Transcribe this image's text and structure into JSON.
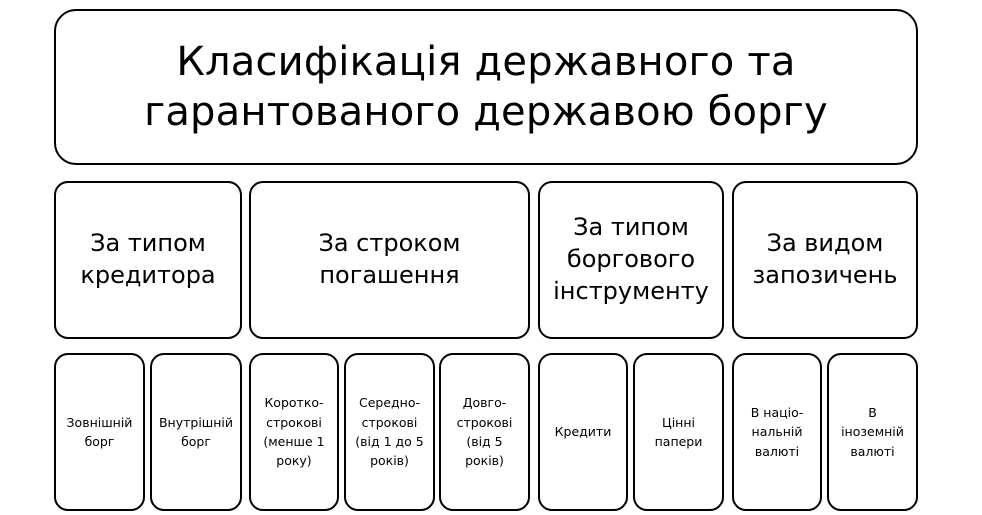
{
  "title": "Класифікація державного та\nгарантованого державою боргу",
  "categories": [
    {
      "label": "За типом\nкредитора",
      "items": [
        "Зовнішній\nборг",
        "Внутрішній\nборг"
      ]
    },
    {
      "label": "За строком\nпогашення",
      "items": [
        "Коротко-\nстрокові\n(менше 1\nроку)",
        "Середно-\nстрокові\n(від 1 до 5\nроків)",
        "Довго-\nстрокові\n(від 5\nроків)"
      ]
    },
    {
      "label": "За типом\nборгового\nінструменту",
      "items": [
        "Кредити",
        "Цінні\nпапери"
      ]
    },
    {
      "label": "За видом\nзапозичень",
      "items": [
        "В націо-\nнальній\nвалюті",
        "В\nіноземній\nвалюті"
      ]
    }
  ]
}
